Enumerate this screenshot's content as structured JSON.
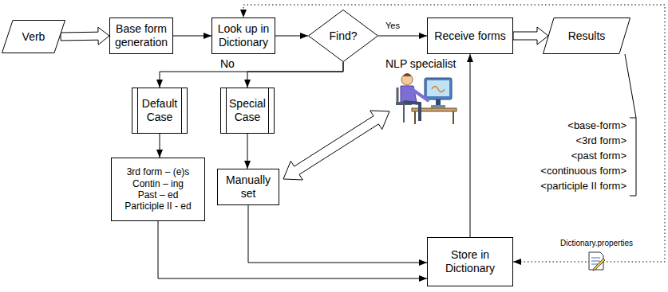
{
  "diagram": {
    "nodes": [
      {
        "text": [
          "Verb"
        ]
      },
      {
        "text": [
          "Base form generation"
        ]
      },
      {
        "text": [
          "Look up in Dictionary"
        ]
      },
      {
        "text": [
          "Find?"
        ]
      },
      {
        "text": [
          "Receive forms"
        ]
      },
      {
        "text": [
          "Results"
        ]
      },
      {
        "text": [
          "Default Case"
        ]
      },
      {
        "text": [
          "Special Case"
        ]
      },
      {
        "text": [
          "3rd form – (e)s",
          "Contin – ing",
          "Past – ed",
          "Participle II - ed"
        ]
      },
      {
        "text": [
          "Manually set"
        ]
      },
      {
        "text": [
          "Store in Dictionary"
        ]
      }
    ],
    "edges": [
      {
        "from": 0,
        "to": 1,
        "arrow": "to"
      },
      {
        "from": 1,
        "to": 2,
        "arrow": "to"
      },
      {
        "from": 2,
        "to": 3,
        "arrow": "to"
      },
      {
        "from": 3,
        "to": 4,
        "label": "Yes",
        "arrow": "to"
      },
      {
        "from": 4,
        "to": 5,
        "arrow": "to"
      },
      {
        "from": 3,
        "to": 6,
        "label": "No",
        "arrow": "to"
      },
      {
        "from": 3,
        "to": 7,
        "arrow": "to"
      },
      {
        "from": 6,
        "to": 8,
        "arrow": "to"
      },
      {
        "from": 7,
        "to": 9,
        "arrow": "to"
      },
      {
        "from": 8,
        "to": 10,
        "arrow": "to"
      },
      {
        "from": 9,
        "to": 10,
        "arrow": "to"
      },
      {
        "from": 10,
        "to": 4,
        "arrow": "to"
      },
      {
        "from": 10,
        "to": 2,
        "arrow": "both"
      }
    ],
    "labels": [
      "NLP specialist",
      "<base-form>",
      "<3rd form>",
      "<past form>",
      "<continuous form>",
      "<participle II form>",
      "Dictionary.properties"
    ]
  }
}
